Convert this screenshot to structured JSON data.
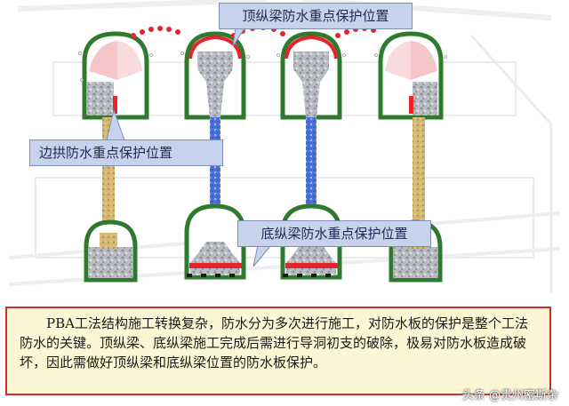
{
  "callouts": {
    "top_beam": "顶纵梁防水重点保护位置",
    "side_arch": "边拱防水重点保护位置",
    "bottom_beam": "底纵梁防水重点保护位置"
  },
  "description": "PBA工法结构施工转换复杂，防水分为多次进行施工，对防水板的保护是整个工法防水的关键。顶纵梁、底纵梁施工完成后需进行导洞初支的破除，极易对防水板造成破坏，因此需做好顶纵梁和底纵梁位置的防水板保护。",
  "watermark": "头条 @贵州密斯杂",
  "colors": {
    "highlight": "#e8242a",
    "lining": "#2f7a2f",
    "callout_fill": "#c7d3ea",
    "textbox_border": "#d12c2c",
    "textbox_fill": "#fdf6d4"
  }
}
